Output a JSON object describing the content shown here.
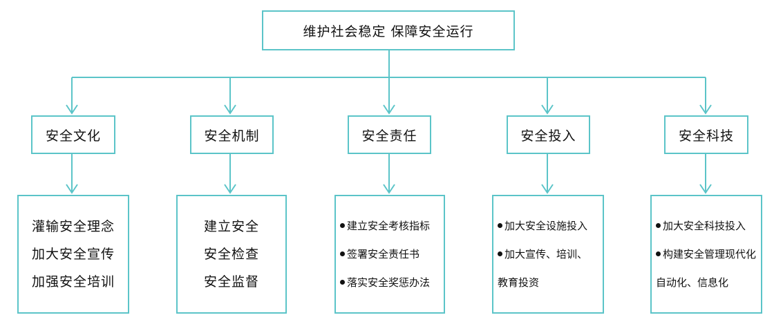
{
  "colors": {
    "border": "#5bc4c8",
    "arrow": "#5bc4c8",
    "text": "#111111"
  },
  "root": {
    "label": "维护社会稳定   保障安全运行"
  },
  "categories": [
    {
      "label": "安全文化",
      "items": [
        "灌输安全理念",
        "加大安全宣传",
        "加强安全培训"
      ]
    },
    {
      "label": "安全机制",
      "items": [
        "建立安全",
        "安全检查",
        "安全监督"
      ]
    },
    {
      "label": "安全责任",
      "items": [
        "建立安全考核指标",
        "签署安全责任书",
        "落实安全奖惩办法"
      ]
    },
    {
      "label": "安全投入",
      "items": [
        "加大安全设施投入",
        "加大宣传、培训、",
        "教育投资"
      ]
    },
    {
      "label": "安全科技",
      "items": [
        "加大安全科技投入",
        "构建安全管理现代化",
        "自动化、信息化"
      ]
    }
  ]
}
